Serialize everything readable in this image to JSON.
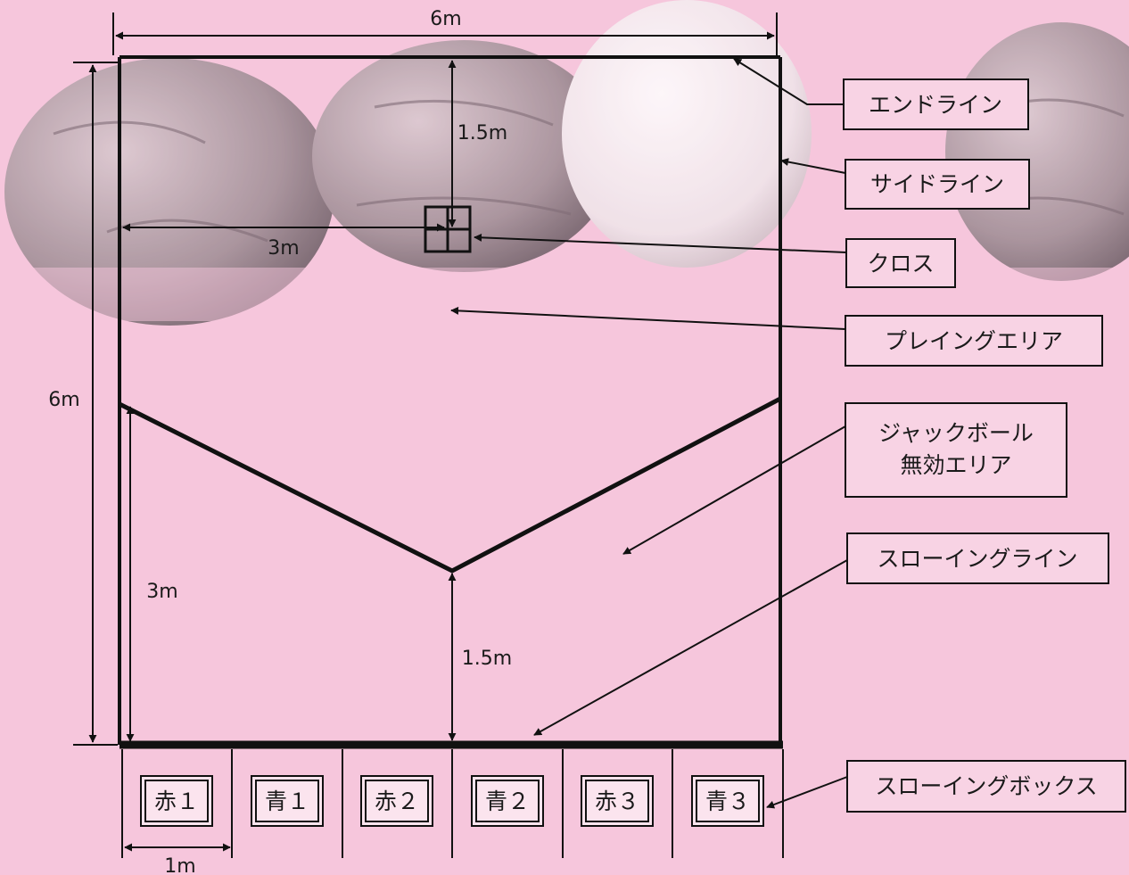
{
  "colors": {
    "background": "#f6c6dc",
    "line": "#111111",
    "callout_fill": "#f8d3e4",
    "ball_shade": "#8f7f86"
  },
  "dimensions": {
    "top_width": "6m",
    "left_height": "6m",
    "end_to_cross": "1.5m",
    "side_to_cross": "3m",
    "left_v_height": "3m",
    "v_to_throw": "1.5m",
    "box_width": "1m"
  },
  "callouts": {
    "end_line": "エンドライン",
    "side_line": "サイドライン",
    "cross": "クロス",
    "playing_area": "プレイングエリア",
    "jack_invalid_1": "ジャックボール",
    "jack_invalid_2": "無効エリア",
    "throwing_line": "スローイングライン",
    "throwing_box": "スローイングボックス"
  },
  "throwing_boxes": [
    "赤１",
    "青１",
    "赤２",
    "青２",
    "赤３",
    "青３"
  ]
}
